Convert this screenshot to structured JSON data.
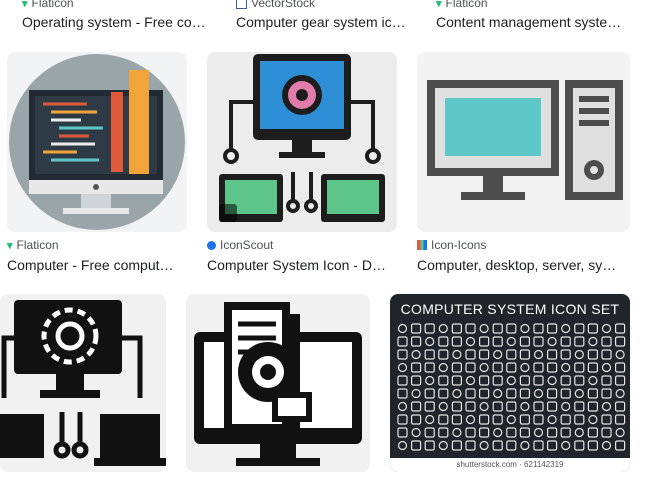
{
  "results": [
    {
      "source": "Flaticon",
      "title": "Operating system - Free co…",
      "source_icon": "flaticon-v-icon"
    },
    {
      "source": "VectorStock",
      "title": "Computer gear system ic…",
      "source_icon": "vectorstock-icon"
    },
    {
      "source": "Flaticon",
      "title": "Content management syste…",
      "source_icon": "flaticon-v-icon"
    },
    {
      "source": "Flaticon",
      "title": "Computer - Free comput…",
      "source_icon": "flaticon-v-icon"
    },
    {
      "source": "IconScout",
      "title": "Computer System Icon - D…",
      "source_icon": "iconscout-icon"
    },
    {
      "source": "Icon-Icons",
      "title": "Computer, desktop, server, sy…",
      "source_icon": "icon-icons-icon"
    }
  ],
  "banner": {
    "title": "COMPUTER SYSTEM ICON SET",
    "footer": "shutterstock.com · 621142319"
  },
  "colors": {
    "flaticon": "#1dbf73",
    "iconscout": "#1a73e8",
    "teal": "#5ec8c8",
    "green": "#5cc58a",
    "dark": "#1d1d1d"
  }
}
